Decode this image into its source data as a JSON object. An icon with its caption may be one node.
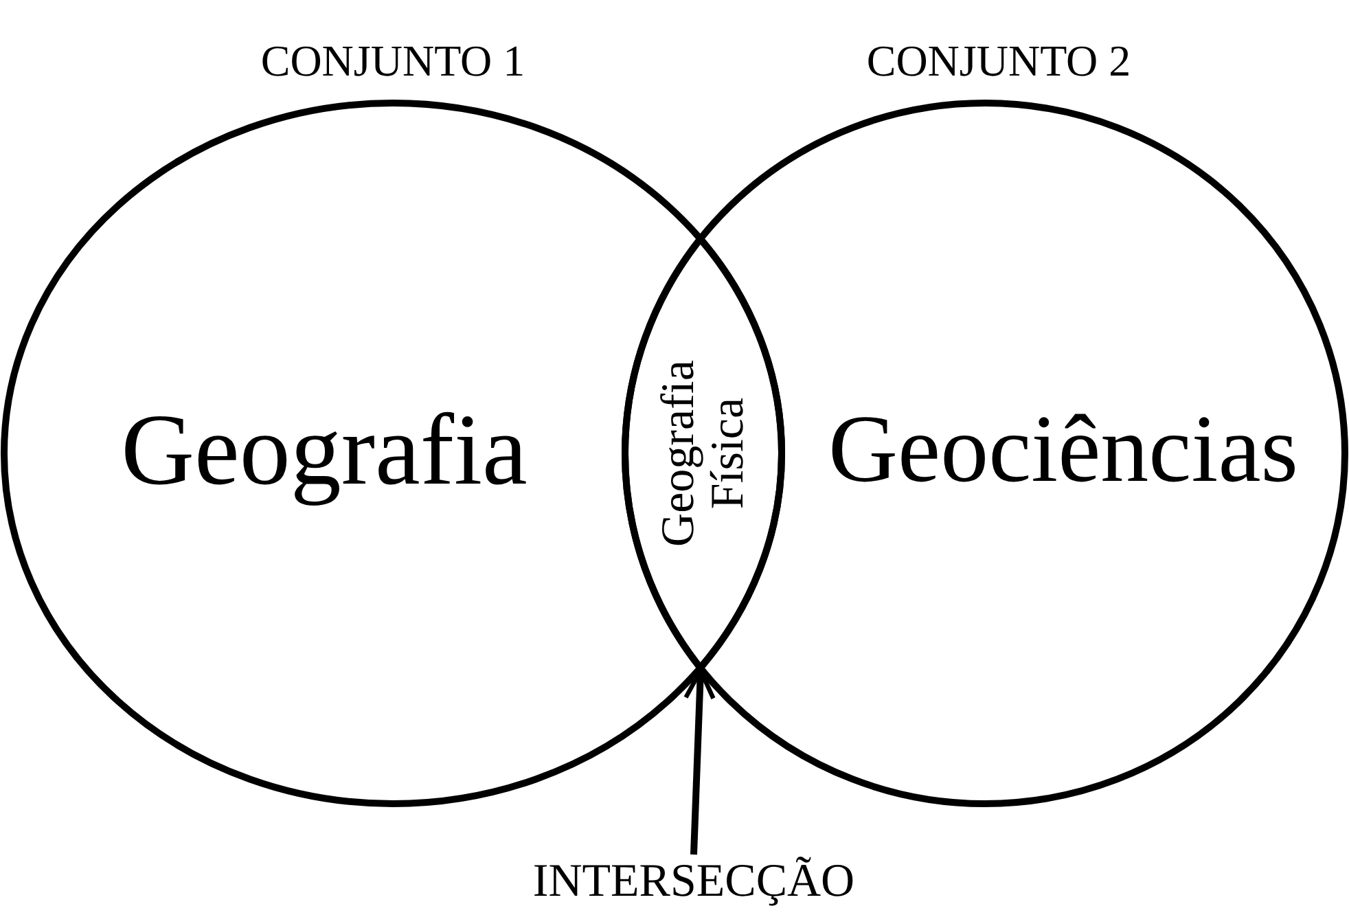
{
  "diagram": {
    "nodes": [
      {
        "text": [
          "CONJUNTO 1",
          "Geografia"
        ]
      },
      {
        "text": [
          "CONJUNTO 2",
          "Geociências"
        ]
      },
      {
        "text": [
          "Geografia Física"
        ]
      },
      {
        "text": [
          "INTERSECÇÃO"
        ]
      }
    ],
    "edges": [
      {
        "from": 3,
        "to": 2,
        "arrow": "to"
      }
    ]
  }
}
